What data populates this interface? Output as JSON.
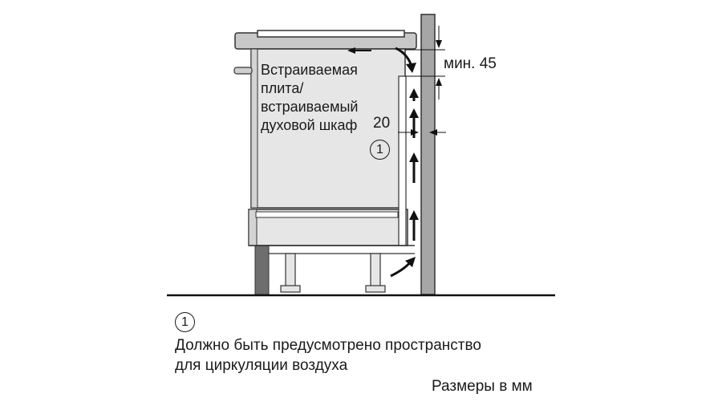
{
  "appliance_label": "Встраиваемая\nплита/\nвстраиваемый\nдуховой шкаф",
  "dim_top": "мин. 45",
  "dim_side": "20",
  "marker_symbol": "1",
  "legend_symbol": "1",
  "legend_text": "Должно быть предусмотрено пространство\nдля циркуляции воздуха",
  "units_note": "Размеры в мм"
}
